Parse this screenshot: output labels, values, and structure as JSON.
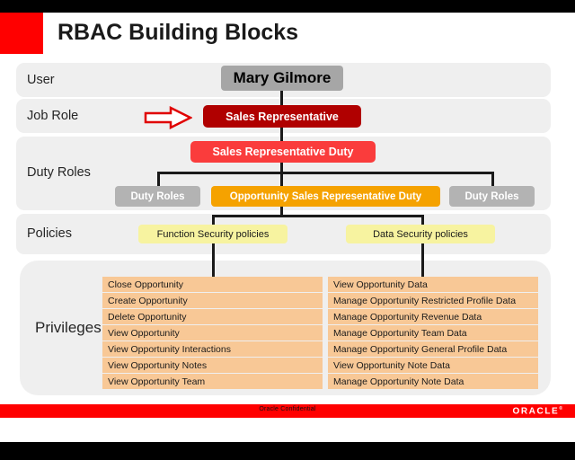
{
  "slide": {
    "title": "RBAC Building Blocks"
  },
  "rows": [
    {
      "label": "User"
    },
    {
      "label": "Job Role"
    },
    {
      "label": "Duty Roles"
    },
    {
      "label": "Policies"
    },
    {
      "label": "Privileges"
    }
  ],
  "nodes": {
    "user": "Mary Gilmore",
    "job_role": "Sales Representative",
    "duty_root": "Sales Representative Duty",
    "duty_left": "Duty Roles",
    "duty_center": "Opportunity Sales Representative Duty",
    "duty_right": "Duty Roles",
    "policy_function": "Function Security policies",
    "policy_data": "Data Security policies"
  },
  "privileges": {
    "function_security": [
      "Close Opportunity",
      "Create Opportunity",
      "Delete Opportunity",
      "View Opportunity",
      "View Opportunity Interactions",
      "View Opportunity Notes",
      "View Opportunity Team"
    ],
    "data_security": [
      "View Opportunity Data",
      "Manage Opportunity Restricted Profile Data",
      "Manage Opportunity Revenue Data",
      "Manage Opportunity Team Data",
      "Manage Opportunity General Profile Data",
      "View Opportunity Note Data",
      "Manage Opportunity Note Data"
    ]
  },
  "footer": {
    "confidential": "Oracle Confidential",
    "logo": "ORACLE"
  },
  "colors": {
    "brand_red": "#FF0000",
    "job_role_red": "#B00000",
    "duty_red": "#FA3C3C",
    "duty_orange": "#F5A200",
    "duty_gray": "#B3B3B3",
    "policy_yellow": "#F7F3A0",
    "privilege_peach": "#F8C896",
    "band_gray": "#EFEFEF",
    "user_gray": "#A6A6A6"
  }
}
